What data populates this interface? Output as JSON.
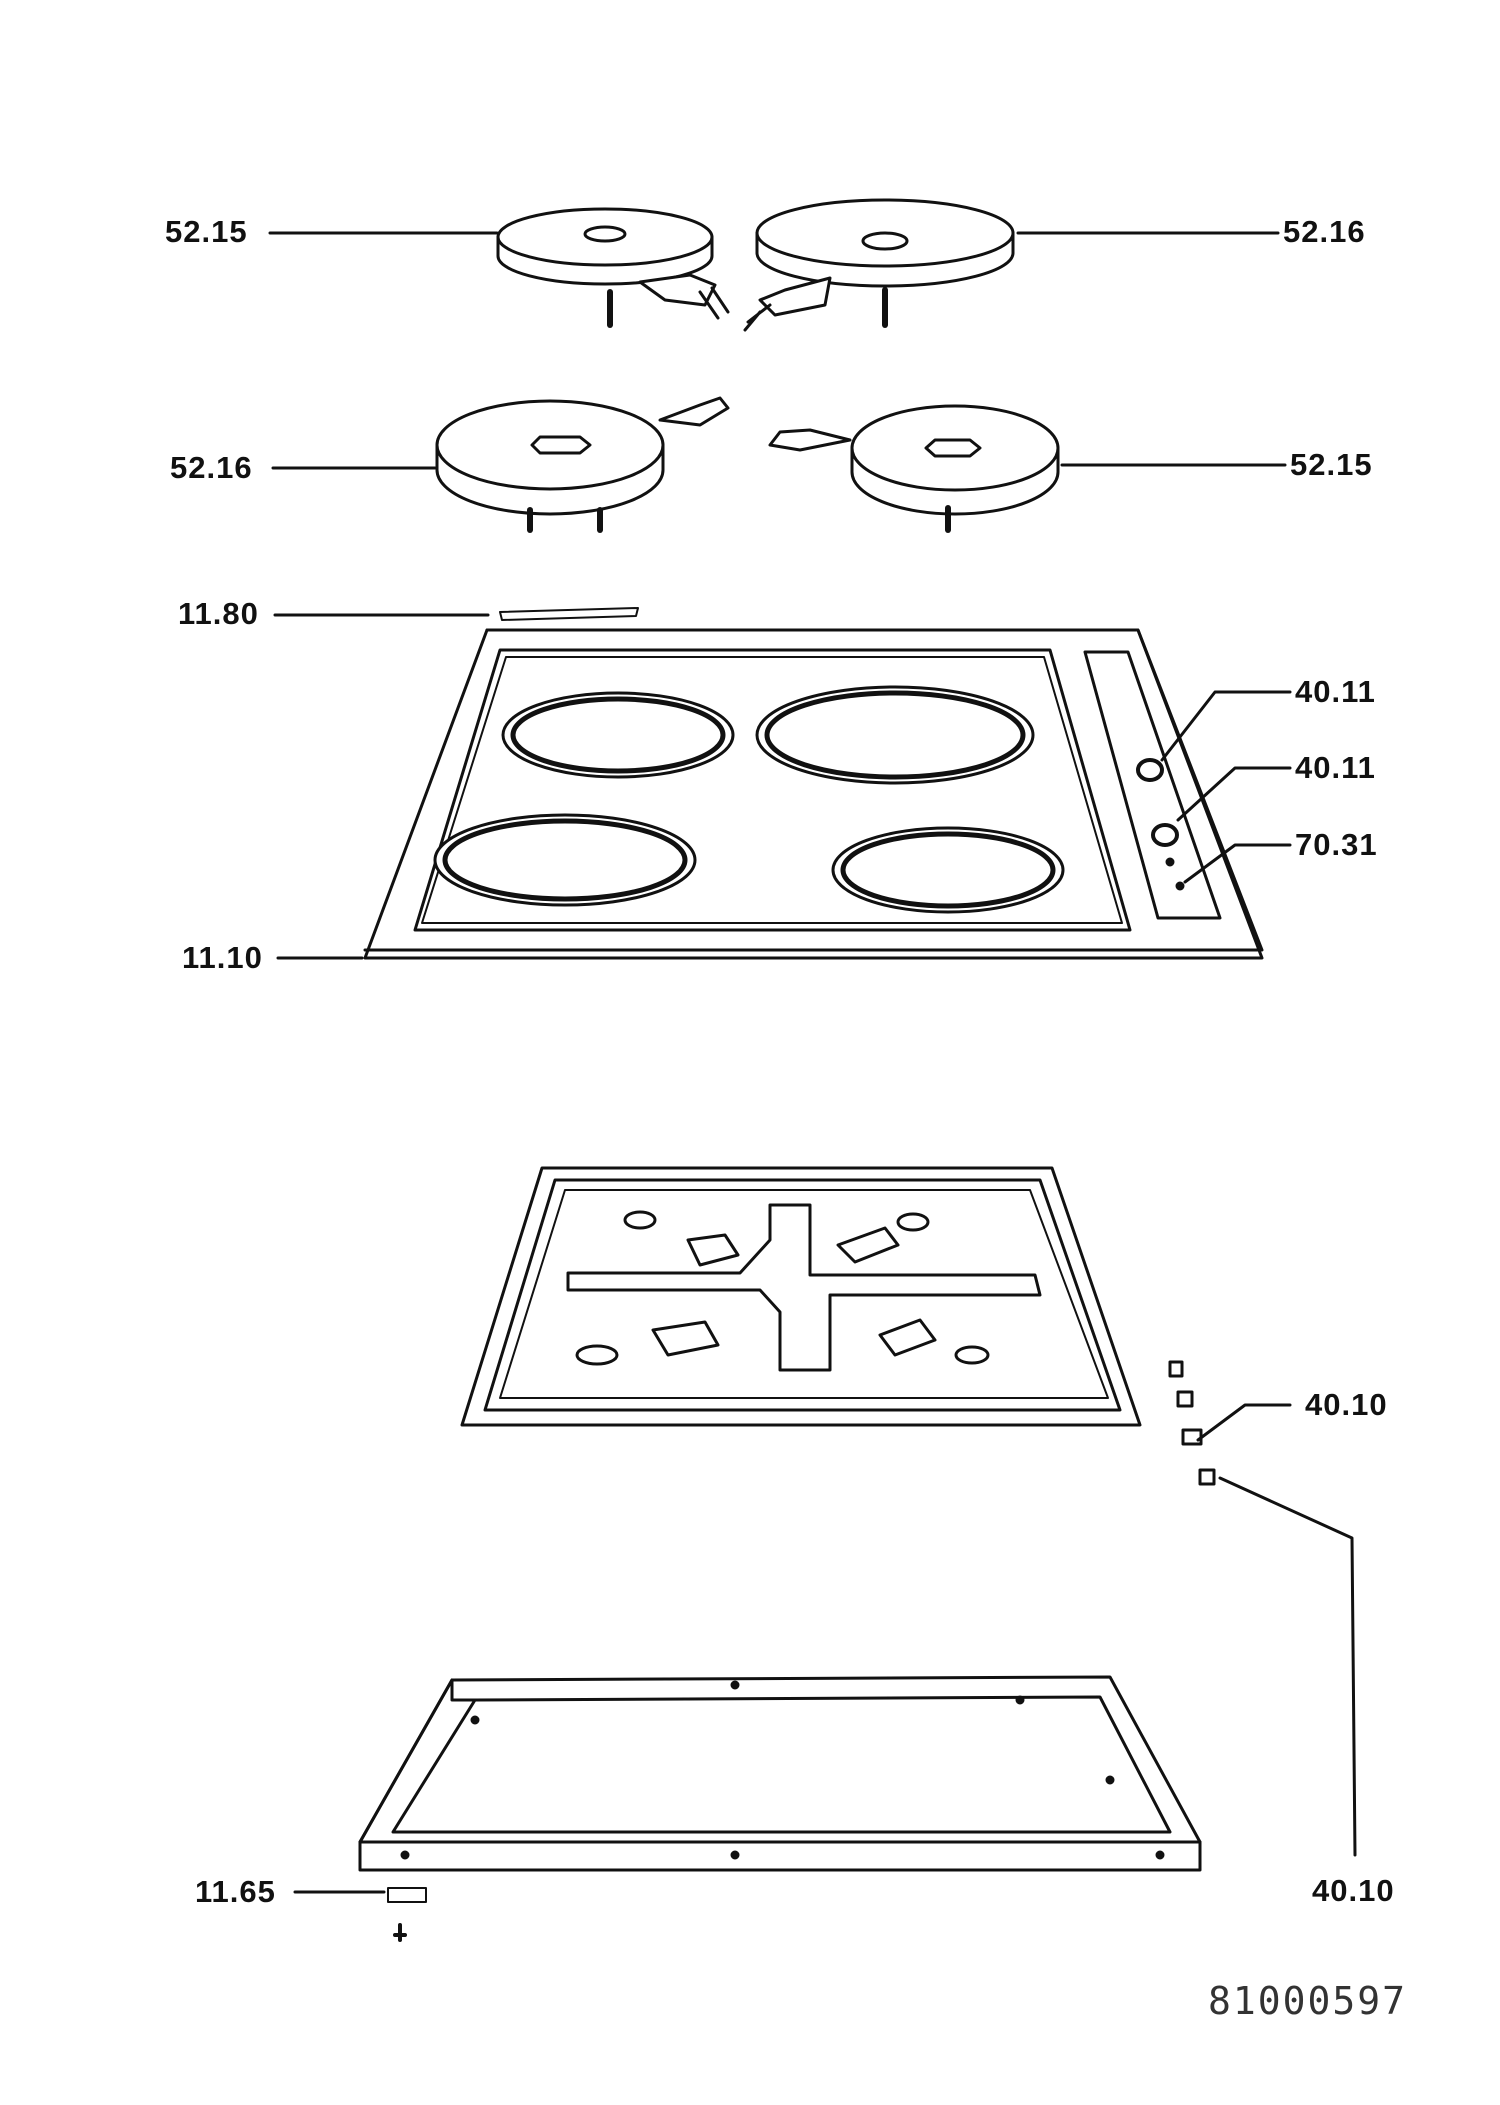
{
  "labels": {
    "plate_top_left": "52.15",
    "plate_top_right": "52.16",
    "plate_mid_left": "52.16",
    "plate_mid_right": "52.15",
    "trim_strip": "11.80",
    "knob_1": "40.11",
    "knob_2": "40.11",
    "indicator": "70.31",
    "hob_top": "11.10",
    "clip_upper": "40.10",
    "clip_lower": "40.10",
    "screw": "11.65"
  },
  "document_number": "81000597"
}
